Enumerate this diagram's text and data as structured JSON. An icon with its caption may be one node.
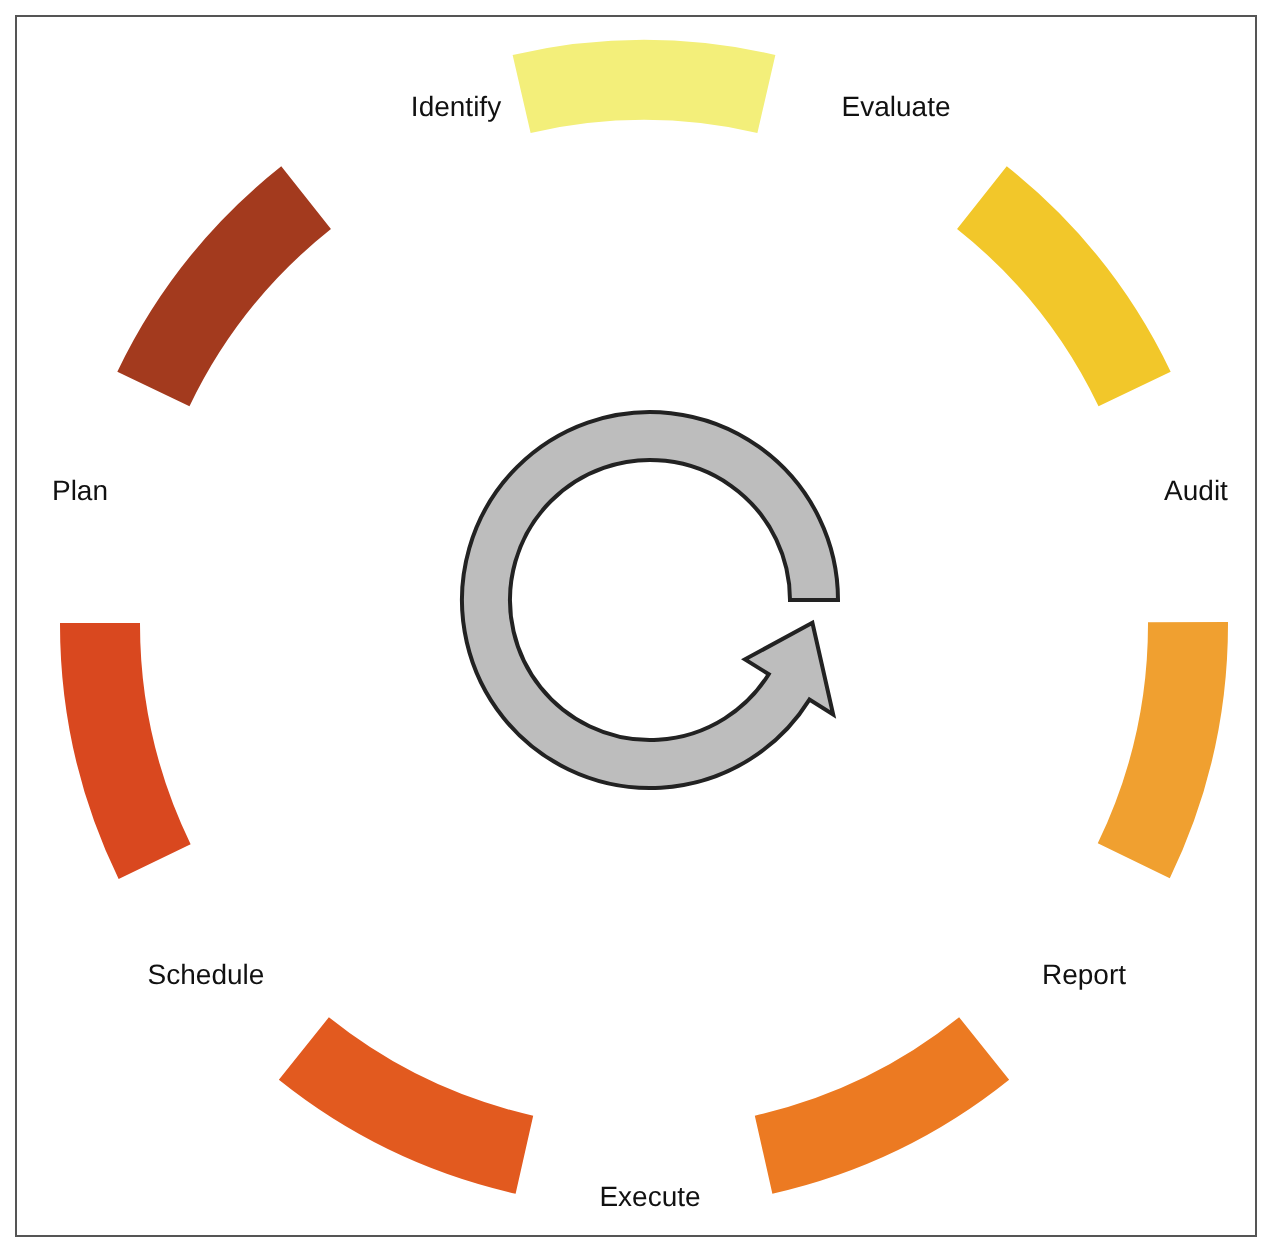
{
  "diagram": {
    "nodes": [
      {
        "text": [],
        "shape": "bar"
      },
      {
        "text": [],
        "shape": "bar"
      },
      {
        "text": [],
        "shape": "bar"
      },
      {
        "text": [],
        "shape": "bar"
      },
      {
        "text": [],
        "shape": "bar"
      },
      {
        "text": [],
        "shape": "bar"
      },
      {
        "text": [],
        "shape": "bar"
      }
    ],
    "labels": [
      "Identify",
      "Evaluate",
      "Plan",
      "Audit",
      "Schedule",
      "Report",
      "Execute"
    ]
  }
}
